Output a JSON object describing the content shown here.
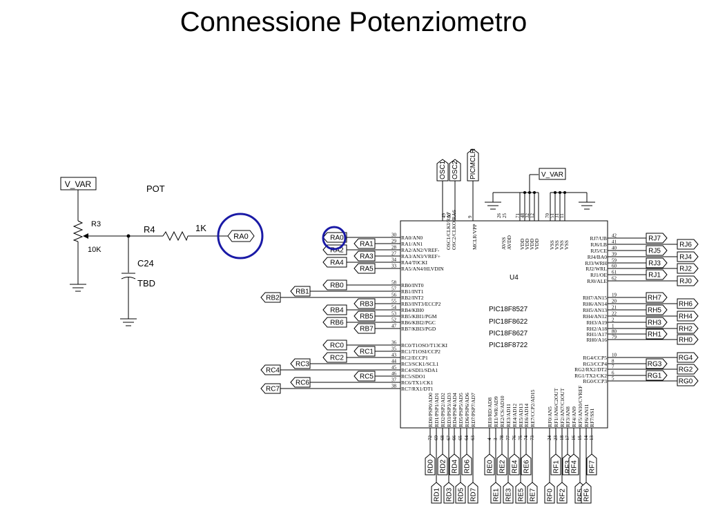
{
  "title": "Connessione Potenziometro",
  "pot_circuit": {
    "supply": "V_VAR",
    "pot_label": "POT",
    "pot_ref": "R3",
    "pot_value": "10K",
    "resistor_ref": "R4",
    "resistor_value": "1K",
    "cap_ref": "C24",
    "cap_value": "TBD",
    "output_net": "RA0"
  },
  "highlight_color": "#1a1aa6",
  "chip": {
    "ref": "U4",
    "parts": [
      "PIC18F8527",
      "PIC18F8622",
      "PIC18F8627",
      "PIC18F8722"
    ],
    "supply": "V_VAR",
    "top_nets": [
      "OSC1",
      "OSC2",
      "PICMCLR"
    ],
    "top_pins": [
      {
        "num": "49",
        "name": "OSC1/CLKI/RA7"
      },
      {
        "num": "50",
        "name": "OSC2/CLKO/RA6"
      },
      {
        "num": "9",
        "name": "MCLR/VPP"
      },
      {
        "num": "26",
        "name": "AVSS"
      },
      {
        "num": "25",
        "name": "AVDD"
      },
      {
        "num": "71",
        "name": "VDD"
      },
      {
        "num": "48",
        "name": "VDD"
      },
      {
        "num": "32",
        "name": "VDD"
      },
      {
        "num": "12",
        "name": "VDD"
      },
      {
        "num": "70",
        "name": "VSS"
      },
      {
        "num": "51",
        "name": "VSS"
      },
      {
        "num": "31",
        "name": "VSS"
      },
      {
        "num": "11",
        "name": "VSS"
      }
    ],
    "left_pins": [
      {
        "num": "30",
        "name": "RA0/AN0",
        "net": "RA0",
        "col": 1
      },
      {
        "num": "29",
        "name": "RA1/AN1",
        "net": "RA1",
        "col": 2
      },
      {
        "num": "28",
        "name": "RA2/AN2/VREF-",
        "net": "RA2",
        "col": 1
      },
      {
        "num": "27",
        "name": "RA3/AN3/VREF+",
        "net": "RA3",
        "col": 2
      },
      {
        "num": "34",
        "name": "RA4/T0CKI",
        "net": "RA4",
        "col": 1
      },
      {
        "num": "33",
        "name": "RA5/AN4/HLVDIN",
        "net": "RA5",
        "col": 2
      },
      {
        "num": "58",
        "name": "RB0/INT0",
        "net": "RB0",
        "col": 1
      },
      {
        "num": "57",
        "name": "RB1/INT1",
        "net": "RB1",
        "col": 0
      },
      {
        "num": "56",
        "name": "RB2/INT2",
        "net": "RB2",
        "col": -1
      },
      {
        "num": "55",
        "name": "RB3/INT3/ECCP2",
        "net": "RB3",
        "col": 2
      },
      {
        "num": "54",
        "name": "RB4/KBI0",
        "net": "RB4",
        "col": 1
      },
      {
        "num": "53",
        "name": "RB5/KBI1/PGM",
        "net": "RB5",
        "col": 2
      },
      {
        "num": "52",
        "name": "RB6/KBI2/PGC",
        "net": "RB6",
        "col": 1
      },
      {
        "num": "47",
        "name": "RB7/KBI3/PGD",
        "net": "RB7",
        "col": 2
      },
      {
        "num": "36",
        "name": "RC0/T1OSO/T13CKI",
        "net": "RC0",
        "col": 1
      },
      {
        "num": "35",
        "name": "RC1/T1OSI/CCP2",
        "net": "RC1",
        "col": 2
      },
      {
        "num": "43",
        "name": "RC2/ECCP1",
        "net": "RC2",
        "col": 1
      },
      {
        "num": "44",
        "name": "RC3/SCK1/SCL1",
        "net": "RC3",
        "col": 0
      },
      {
        "num": "45",
        "name": "RC4/SDI1/SDA1",
        "net": "RC4",
        "col": -1
      },
      {
        "num": "46",
        "name": "RC5/SDO1",
        "net": "RC5",
        "col": 2
      },
      {
        "num": "37",
        "name": "RC6/TX1/CK1",
        "net": "RC6",
        "col": 0
      },
      {
        "num": "38",
        "name": "RC7/RX1/DT1",
        "net": "RC7",
        "col": -1
      }
    ],
    "right_pins": [
      {
        "num": "42",
        "name": "RJ7/UB",
        "net": "RJ7",
        "col": 0
      },
      {
        "num": "41",
        "name": "RJ6/LB",
        "net": "RJ6",
        "col": 1
      },
      {
        "num": "40",
        "name": "RJ5/CE",
        "net": "RJ5",
        "col": 0
      },
      {
        "num": "39",
        "name": "RJ4/BA0",
        "net": "RJ4",
        "col": 1
      },
      {
        "num": "59",
        "name": "RJ3/WRH",
        "net": "RJ3",
        "col": 0
      },
      {
        "num": "60",
        "name": "RJ2/WRL",
        "net": "RJ2",
        "col": 1
      },
      {
        "num": "61",
        "name": "RJ1/OE",
        "net": "RJ1",
        "col": 0
      },
      {
        "num": "62",
        "name": "RJ0/ALE",
        "net": "RJ0",
        "col": 1
      },
      {
        "num": "19",
        "name": "RH7/AN15",
        "net": "RH7",
        "col": 0
      },
      {
        "num": "20",
        "name": "RH6/AN14",
        "net": "RH6",
        "col": 1
      },
      {
        "num": "21",
        "name": "RH5/AN13",
        "net": "RH5",
        "col": 0
      },
      {
        "num": "22",
        "name": "RH4/AN12",
        "net": "RH4",
        "col": 1
      },
      {
        "num": "2",
        "name": "RH3/A19",
        "net": "RH3",
        "col": 0
      },
      {
        "num": "1",
        "name": "RH2/A18",
        "net": "RH2",
        "col": 1
      },
      {
        "num": "80",
        "name": "RH1/A17",
        "net": "RH1",
        "col": 0
      },
      {
        "num": "79",
        "name": "RH0/A16",
        "net": "RH0",
        "col": 1
      },
      {
        "num": "10",
        "name": "RG4/CCP5",
        "net": "RG4",
        "col": 1
      },
      {
        "num": "8",
        "name": "RG3/CCP4",
        "net": "RG3",
        "col": 0
      },
      {
        "num": "7",
        "name": "RG2/RX2/DT2",
        "net": "RG2",
        "col": 1
      },
      {
        "num": "6",
        "name": "RG1/TX2/CK2",
        "net": "RG1",
        "col": 0
      },
      {
        "num": "5",
        "name": "RG0/CCP3",
        "net": "RG0",
        "col": 1
      }
    ],
    "bottom_pins": [
      {
        "num": "72",
        "name": "RD0/PSP0/AD0",
        "net": "RD0",
        "row": 0
      },
      {
        "num": "69",
        "name": "RD1/PSP1/AD1",
        "net": "RD1",
        "row": 1
      },
      {
        "num": "68",
        "name": "RD2/PSP2/AD2",
        "net": "RD2",
        "row": 0
      },
      {
        "num": "67",
        "name": "RD3/PSP3/AD3",
        "net": "RD3",
        "row": 1
      },
      {
        "num": "66",
        "name": "RD4/PSP4/AD4",
        "net": "RD4",
        "row": 0
      },
      {
        "num": "65",
        "name": "RD5/PSP5/AD5",
        "net": "RD5",
        "row": 1
      },
      {
        "num": "64",
        "name": "RD6/PSP6/AD6",
        "net": "RD6",
        "row": 0
      },
      {
        "num": "63",
        "name": "RD7/PSP7/AD7",
        "net": "RD7",
        "row": 1
      },
      {
        "num": "4",
        "name": "RE0/RD/AD8",
        "net": "RE0",
        "row": 0
      },
      {
        "num": "3",
        "name": "RE1/WR/AD9",
        "net": "RE1",
        "row": 1
      },
      {
        "num": "78",
        "name": "RE2/CS/AD10",
        "net": "RE2",
        "row": 0
      },
      {
        "num": "77",
        "name": "RE3/AD11",
        "net": "RE3",
        "row": 1
      },
      {
        "num": "76",
        "name": "RE4/AD12",
        "net": "RE4",
        "row": 0
      },
      {
        "num": "75",
        "name": "RE5/AD13",
        "net": "RE5",
        "row": 1
      },
      {
        "num": "74",
        "name": "RE6/AD14",
        "net": "RE6",
        "row": 0
      },
      {
        "num": "73",
        "name": "RE7/CCP2/AD15",
        "net": "RE7",
        "row": 1
      },
      {
        "num": "24",
        "name": "RF0/AN5",
        "net": "RF0",
        "row": 1
      },
      {
        "num": "23",
        "name": "RF1/AN6/C2OUT",
        "net": "RF1",
        "row": 0
      },
      {
        "num": "18",
        "name": "RF2/AN7/C1OUT",
        "net": "RF2",
        "row": 1
      },
      {
        "num": "17",
        "name": "RF3/AN8",
        "net": "RF3",
        "row": 0
      },
      {
        "num": "16",
        "name": "RF4/AN9",
        "net": "RF4",
        "row": 0
      },
      {
        "num": "15",
        "name": "RF5/AN10/CVREF",
        "net": "RF5",
        "row": 1
      },
      {
        "num": "14",
        "name": "RF6/AN11",
        "net": "RF6",
        "row": 1
      },
      {
        "num": "13",
        "name": "RF7/SS1",
        "net": "RF7",
        "row": 0
      }
    ]
  }
}
